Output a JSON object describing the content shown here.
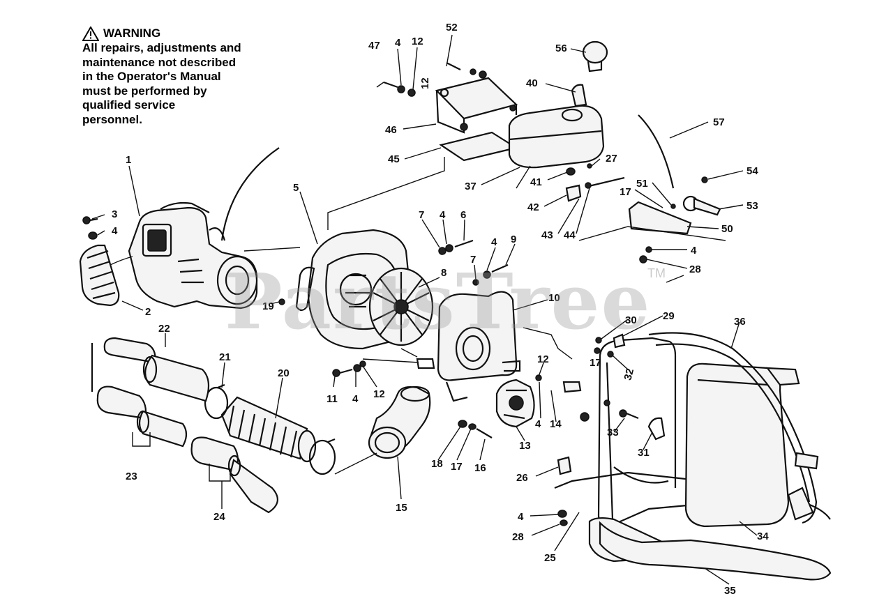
{
  "warning": {
    "title": "WARNING",
    "lines": [
      "All repairs, adjustments and",
      "maintenance not described",
      "in the Operator's Manual",
      "must be performed by",
      "qualified service",
      "personnel."
    ]
  },
  "watermark": {
    "text": "PartsTree",
    "trademark": "TM"
  },
  "callouts": [
    {
      "id": "c52",
      "label": "52"
    },
    {
      "id": "c47",
      "label": "47"
    },
    {
      "id": "c4a",
      "label": "4"
    },
    {
      "id": "c12a",
      "label": "12"
    },
    {
      "id": "c12b",
      "label": "12"
    },
    {
      "id": "c56",
      "label": "56"
    },
    {
      "id": "c40",
      "label": "40"
    },
    {
      "id": "c46",
      "label": "46"
    },
    {
      "id": "c45",
      "label": "45"
    },
    {
      "id": "c37",
      "label": "37"
    },
    {
      "id": "c27",
      "label": "27"
    },
    {
      "id": "c41",
      "label": "41"
    },
    {
      "id": "c42",
      "label": "42"
    },
    {
      "id": "c43",
      "label": "43"
    },
    {
      "id": "c44",
      "label": "44"
    },
    {
      "id": "c57",
      "label": "57"
    },
    {
      "id": "c54",
      "label": "54"
    },
    {
      "id": "c51",
      "label": "51"
    },
    {
      "id": "c17a",
      "label": "17"
    },
    {
      "id": "c53",
      "label": "53"
    },
    {
      "id": "c50",
      "label": "50"
    },
    {
      "id": "c4b",
      "label": "4"
    },
    {
      "id": "c28a",
      "label": "28"
    },
    {
      "id": "c1",
      "label": "1"
    },
    {
      "id": "c3",
      "label": "3"
    },
    {
      "id": "c4c",
      "label": "4"
    },
    {
      "id": "c2",
      "label": "2"
    },
    {
      "id": "c5",
      "label": "5"
    },
    {
      "id": "c7a",
      "label": "7"
    },
    {
      "id": "c4d",
      "label": "4"
    },
    {
      "id": "c6",
      "label": "6"
    },
    {
      "id": "c4e",
      "label": "4"
    },
    {
      "id": "c9",
      "label": "9"
    },
    {
      "id": "c7b",
      "label": "7"
    },
    {
      "id": "c8",
      "label": "8"
    },
    {
      "id": "c10",
      "label": "10"
    },
    {
      "id": "c19",
      "label": "19"
    },
    {
      "id": "c22",
      "label": "22"
    },
    {
      "id": "c21",
      "label": "21"
    },
    {
      "id": "c20",
      "label": "20"
    },
    {
      "id": "c11",
      "label": "11"
    },
    {
      "id": "c4f",
      "label": "4"
    },
    {
      "id": "c12c",
      "label": "12"
    },
    {
      "id": "c30",
      "label": "30"
    },
    {
      "id": "c29",
      "label": "29"
    },
    {
      "id": "c36a",
      "label": "36"
    },
    {
      "id": "c17b",
      "label": "17"
    },
    {
      "id": "c32",
      "label": "32"
    },
    {
      "id": "c12d",
      "label": "12"
    },
    {
      "id": "c4g",
      "label": "4"
    },
    {
      "id": "c14",
      "label": "14"
    },
    {
      "id": "c33",
      "label": "33"
    },
    {
      "id": "c31",
      "label": "31"
    },
    {
      "id": "c13",
      "label": "13"
    },
    {
      "id": "c18",
      "label": "18"
    },
    {
      "id": "c17c",
      "label": "17"
    },
    {
      "id": "c16",
      "label": "16"
    },
    {
      "id": "c23",
      "label": "23"
    },
    {
      "id": "c24",
      "label": "24"
    },
    {
      "id": "c15",
      "label": "15"
    },
    {
      "id": "c26",
      "label": "26"
    },
    {
      "id": "c4h",
      "label": "4"
    },
    {
      "id": "c28b",
      "label": "28"
    },
    {
      "id": "c25",
      "label": "25"
    },
    {
      "id": "c34",
      "label": "34"
    },
    {
      "id": "c35",
      "label": "35"
    }
  ]
}
